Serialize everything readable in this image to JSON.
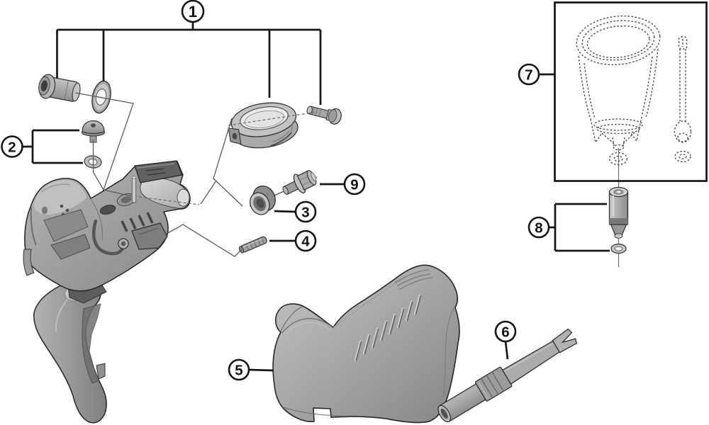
{
  "callouts": [
    {
      "label": "1"
    },
    {
      "label": "2"
    },
    {
      "label": "3"
    },
    {
      "label": "4"
    },
    {
      "label": "5"
    },
    {
      "label": "6"
    },
    {
      "label": "7"
    },
    {
      "label": "8"
    },
    {
      "label": "9"
    }
  ],
  "colors": {
    "background": "#ffffff",
    "bracket_line": "#161616",
    "leader_line": "#5a5a5a",
    "dashed_line": "#4a4a4a",
    "panel_border": "#141414",
    "metal_light": "#c9c9c9",
    "metal_mid": "#9b9b9b",
    "metal_dark": "#6e6e6e"
  }
}
